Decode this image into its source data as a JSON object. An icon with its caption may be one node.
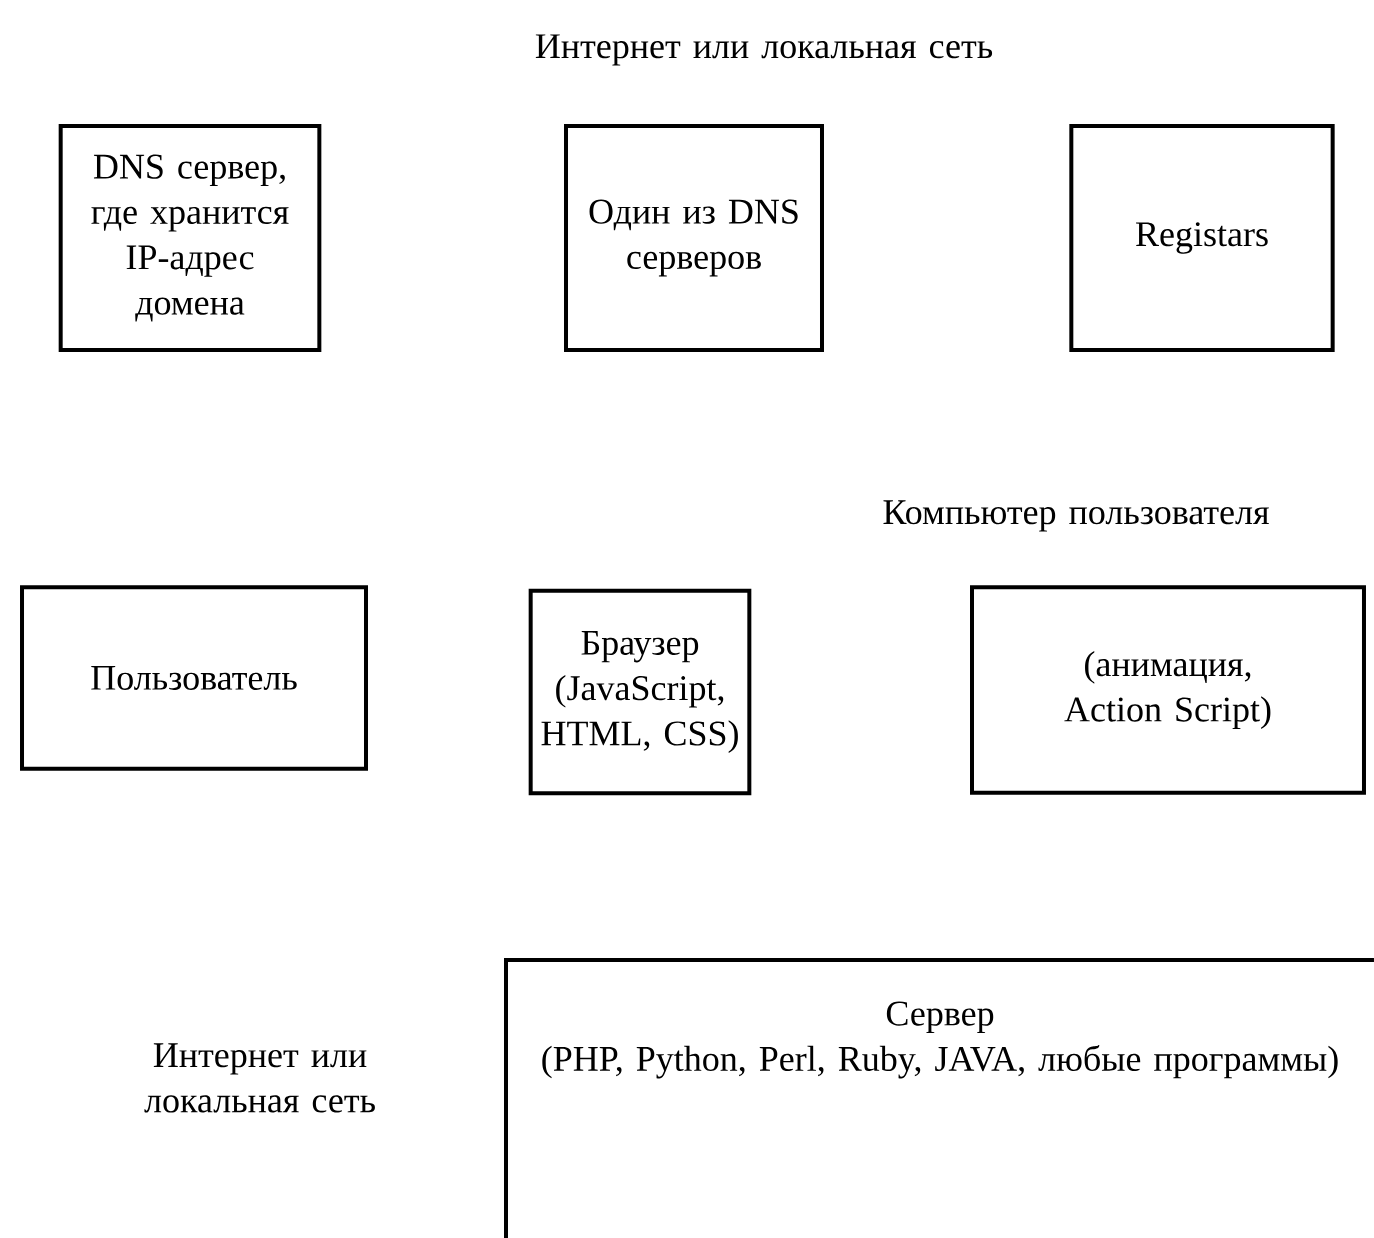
{
  "diagram": {
    "nodes": [
      {
        "text": [
          "DNS сервер, где хранится IP-адрес домена"
        ]
      },
      {
        "text": [
          "Один из DNS серверов"
        ]
      },
      {
        "text": [
          "Registars"
        ]
      },
      {
        "text": [
          "Пользователь"
        ]
      },
      {
        "text": [
          "Браузер (JavaScript, HTML, CSS)"
        ]
      },
      {
        "text": [
          "(анимация, Action Script)"
        ]
      },
      {
        "text": [
          "Сервер",
          "(PHP, Python, Perl, Ruby, JAVA, любые программы)"
        ]
      }
    ],
    "labels": [
      "Интернет или локальная сеть",
      "Компьютер пользователя",
      "Интернет или локальная сеть"
    ]
  }
}
